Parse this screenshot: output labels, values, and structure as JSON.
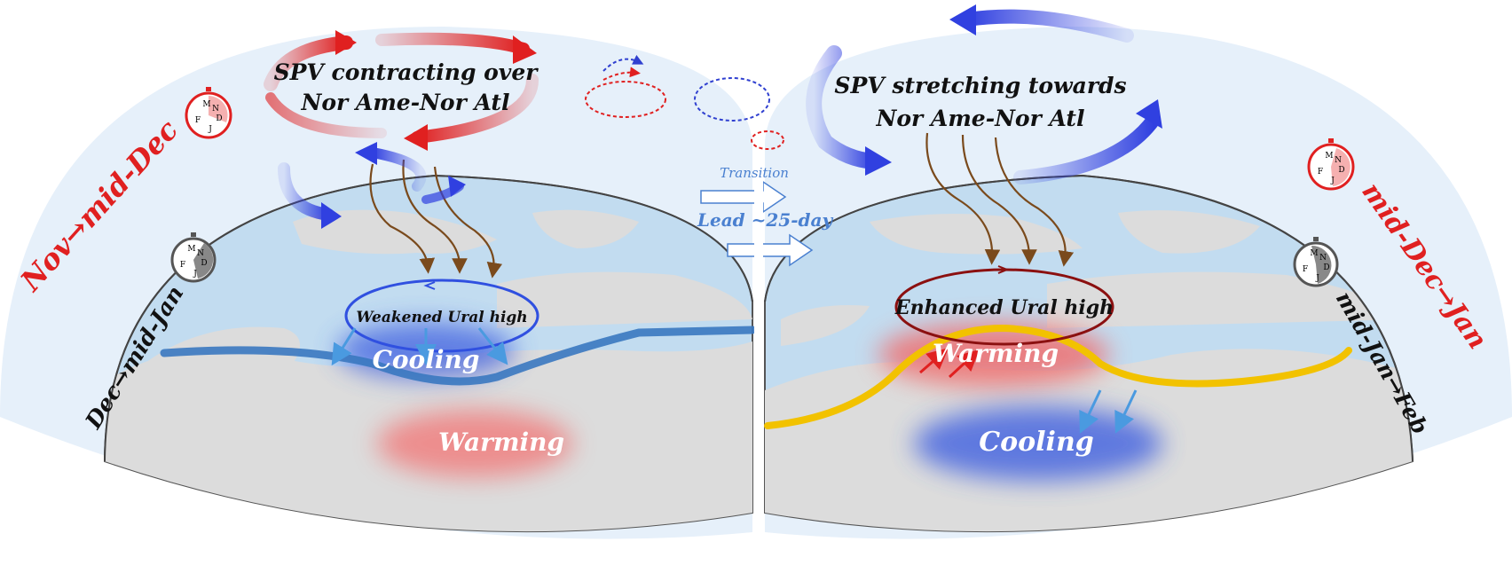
{
  "left_panel": {
    "season_outer": "Nov→mid-Dec",
    "season_inner": "Dec→mid-Jan",
    "spv_line1": "SPV contracting over",
    "spv_line2": "Nor Ame-Nor Atl",
    "ural": "Weakened Ural high",
    "cooling": "Cooling",
    "warming": "Warming"
  },
  "right_panel": {
    "season_outer": "mid-Dec→Jan",
    "season_inner": "mid-Jan→Feb",
    "spv_line1": "SPV stretching towards",
    "spv_line2": "Nor Ame-Nor Atl",
    "ural": "Enhanced Ural high",
    "warming": "Warming",
    "cooling": "Cooling"
  },
  "center": {
    "transition": "Transition",
    "lead": "Lead ~25-day"
  },
  "clocks": {
    "labels": [
      "M",
      "N",
      "D",
      "J",
      "F"
    ]
  },
  "colors": {
    "ocean": "#c2dcf0",
    "land": "#dcdcdc",
    "sky": "#e6f0fa",
    "red_accent": "#e02020",
    "blue_jet": "#3a78c0",
    "yellow_jet": "#f2c200",
    "warming_fill": "#f08080",
    "cooling_fill": "#5a78e0",
    "ural_left": "#3050e0",
    "ural_right": "#8b1010",
    "brown_arrow": "#7a4a1c"
  }
}
